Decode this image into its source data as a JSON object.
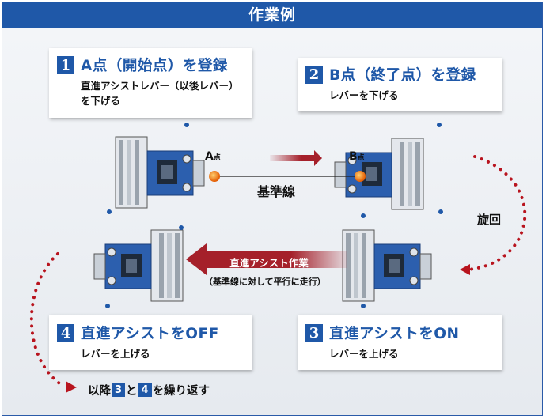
{
  "header": {
    "title": "作業例"
  },
  "steps": [
    {
      "num": "1",
      "title": "A点（開始点）を登録",
      "desc": "直進アシストレバー（以後レバー）\nを下げる"
    },
    {
      "num": "2",
      "title": "B点（終了点）を登録",
      "desc": "レバーを下げる"
    },
    {
      "num": "3",
      "title": "直進アシストをON",
      "desc": "レバーを上げる"
    },
    {
      "num": "4",
      "title": "直進アシストをOFF",
      "desc": "レバーを上げる"
    }
  ],
  "labels": {
    "a_point_main": "A",
    "a_point_sub": "点",
    "b_point_main": "B",
    "b_point_sub": "点",
    "baseline": "基準線",
    "turn": "旋回",
    "assist": "直進アシスト作業",
    "assist_note": "（基準線に対して平行に走行）"
  },
  "repeat": {
    "prefix": "以降",
    "n1": "3",
    "mid": "と",
    "n2": "4",
    "suffix": "を繰り返す"
  },
  "colors": {
    "brand_blue": "#1f58a8",
    "arrow_red": "#a5202a",
    "point_orange": "#f07a10",
    "dotted_red": "#b8141e"
  }
}
